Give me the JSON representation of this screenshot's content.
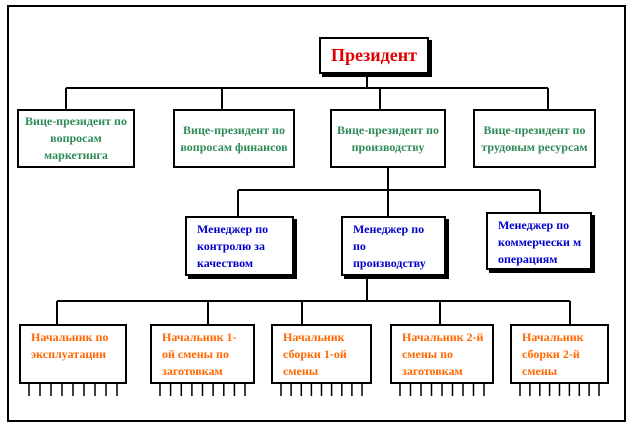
{
  "president": "Президент",
  "vice_presidents": [
    "Вице-президент по вопросам маркетинга",
    "Вице-президент по вопросам финансов",
    "Вице-президент по производству",
    "Вице-президент по трудовым ресурсам"
  ],
  "managers": [
    "Менеджер по контролю за качеством",
    "Менеджер по по производству",
    "Менеджер по коммерчески м операциям"
  ],
  "chiefs": [
    "Начальник по эксплуатации",
    "Начальник 1-ой смены по заготовкам",
    "Начальник сборки 1-ой смены",
    "Начальник 2-й смены по заготовкам",
    "Начальник сборки 2-й смены"
  ],
  "colors": {
    "president": "#e00000",
    "vice_president": "#2e8b57",
    "manager": "#0000cc",
    "chief": "#ff6600"
  }
}
